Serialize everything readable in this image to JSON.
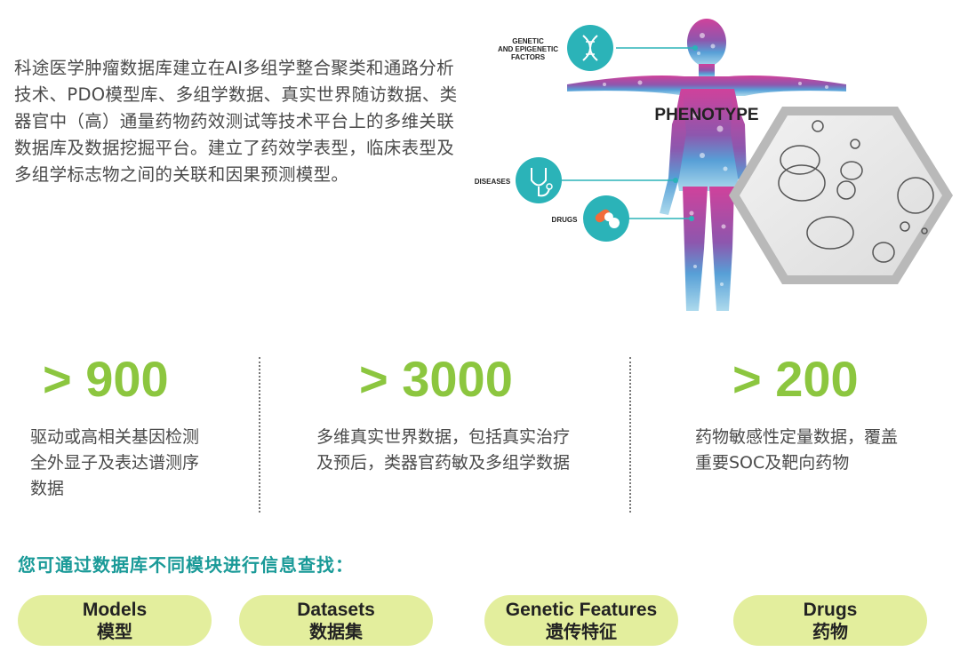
{
  "intro_text": "科途医学肿瘤数据库建立在AI多组学整合聚类和通路分析技术、PDO模型库、多组学数据、真实世界随访数据、类器官中（高）通量药物药效测试等技术平台上的多维关联数据库及数据挖掘平台。建立了药效学表型，临床表型及多组学标志物之间的关联和因果预测模型。",
  "hero": {
    "title": "PHENOTYPE",
    "callouts": [
      {
        "line1": "GENETIC",
        "line2": "AND EPIGENETIC",
        "line3": "FACTORS",
        "icon": "dna-icon"
      },
      {
        "line1": "DISEASES",
        "icon": "stethoscope-icon"
      },
      {
        "line1": "DRUGS",
        "icon": "pills-icon"
      }
    ],
    "colors": {
      "teal": "#2bb3b8",
      "magenta": "#c8218a",
      "purple": "#5b4ba8",
      "blue": "#3a8fd0"
    }
  },
  "stats": [
    {
      "value": "> 900",
      "desc_lines": [
        "驱动或高相关基因检测",
        "全外显子及表达谱测序",
        "数据"
      ]
    },
    {
      "value": "> 3000",
      "desc_lines": [
        "多维真实世界数据，包括真实治疗",
        "及预后，类器官药敏及多组学数据"
      ]
    },
    {
      "value": "> 200",
      "desc_lines": [
        "药物敏感性定量数据，覆盖",
        "重要SOC及靶向药物"
      ]
    }
  ],
  "section_title": "您可通过数据库不同模块进行信息查找：",
  "modules": [
    {
      "en": "Models",
      "zh": "模型"
    },
    {
      "en": "Datasets",
      "zh": "数据集"
    },
    {
      "en": "Genetic Features",
      "zh": "遗传特征"
    },
    {
      "en": "Drugs",
      "zh": "药物"
    }
  ],
  "accent_colors": {
    "green": "#8cc63f",
    "teal_title": "#1a9a98",
    "pill_bg": "#e3ee9d"
  }
}
